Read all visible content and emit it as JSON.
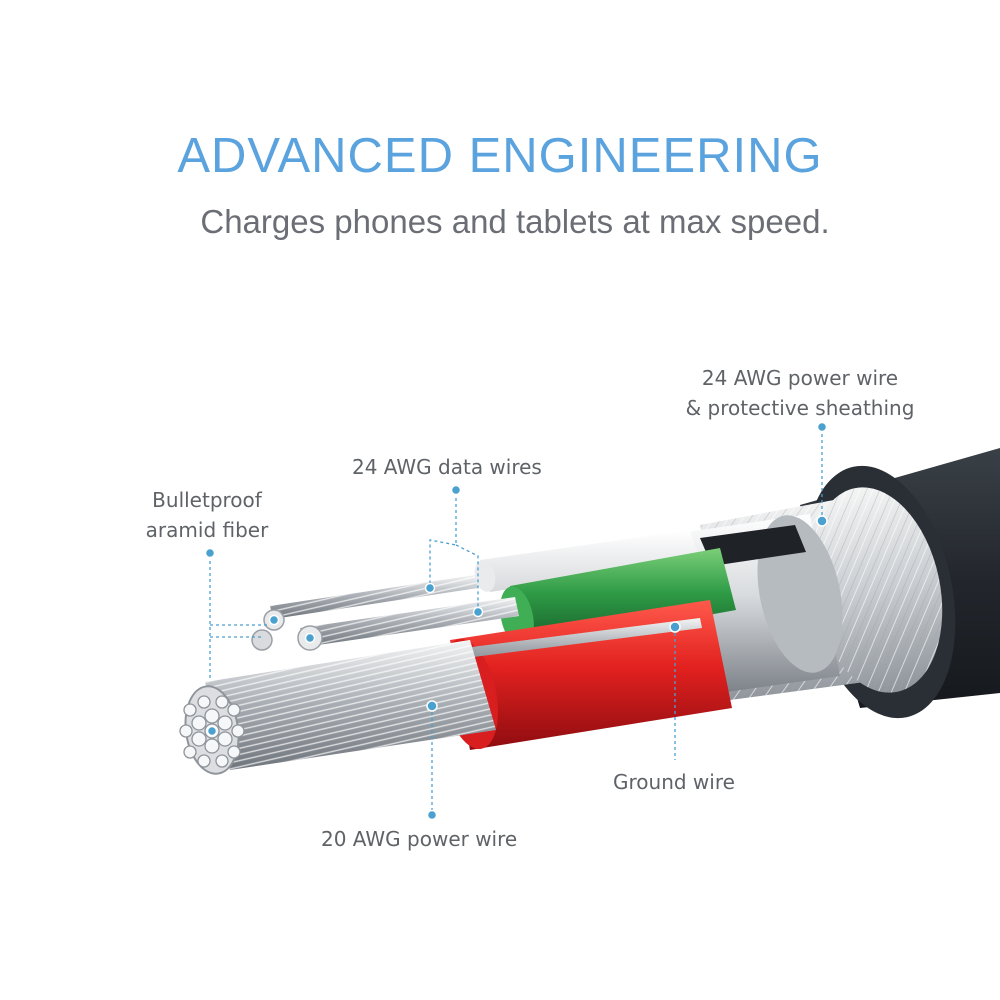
{
  "header": {
    "title": "ADVANCED ENGINEERING",
    "subtitle": "Charges phones and tablets at max speed."
  },
  "callouts": {
    "aramid": [
      "Bulletproof",
      "aramid fiber"
    ],
    "data_wires": "24 AWG data wires",
    "power_sheath": [
      "24 AWG power wire",
      "& protective sheathing"
    ],
    "ground": "Ground wire",
    "power_20": "20 AWG power wire"
  },
  "colors": {
    "accent": "#5aa3de",
    "text": "#5f6368",
    "jacket": "#2c3138",
    "green": "#2e9b46",
    "red": "#e2211f",
    "callout": "#4aa0cf"
  }
}
